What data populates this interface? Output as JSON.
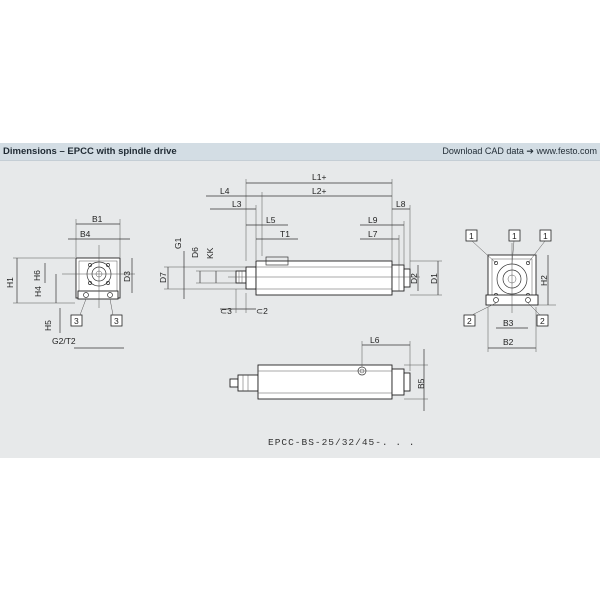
{
  "header": {
    "title": "Dimensions – EPCC with spindle drive",
    "cad_link": "Download CAD data ➔ www.festo.com"
  },
  "labels": {
    "L1": "L1+",
    "L2": "L2+",
    "L3": "L3",
    "L4": "L4",
    "L5": "L5",
    "L6": "L6",
    "L7": "L7",
    "L8": "L8",
    "L9": "L9",
    "T1": "T1",
    "B1": "B1",
    "B2": "B2",
    "B3": "B3",
    "B4": "B4",
    "B5": "B5",
    "H1": "H1",
    "H2": "H2",
    "H4": "H4",
    "H5": "H5",
    "H6": "H6",
    "D1": "D1",
    "D2": "D2",
    "D3": "D3",
    "D6": "D6",
    "D7": "D7",
    "G1": "G1",
    "KK": "KK",
    "C2": "⊂2",
    "C3": "⊂3",
    "G2T2": "G2/T2",
    "callout1": "1",
    "callout2": "2",
    "callout3": "3"
  },
  "caption": "EPCC-BS-25/32/45-. . ."
}
